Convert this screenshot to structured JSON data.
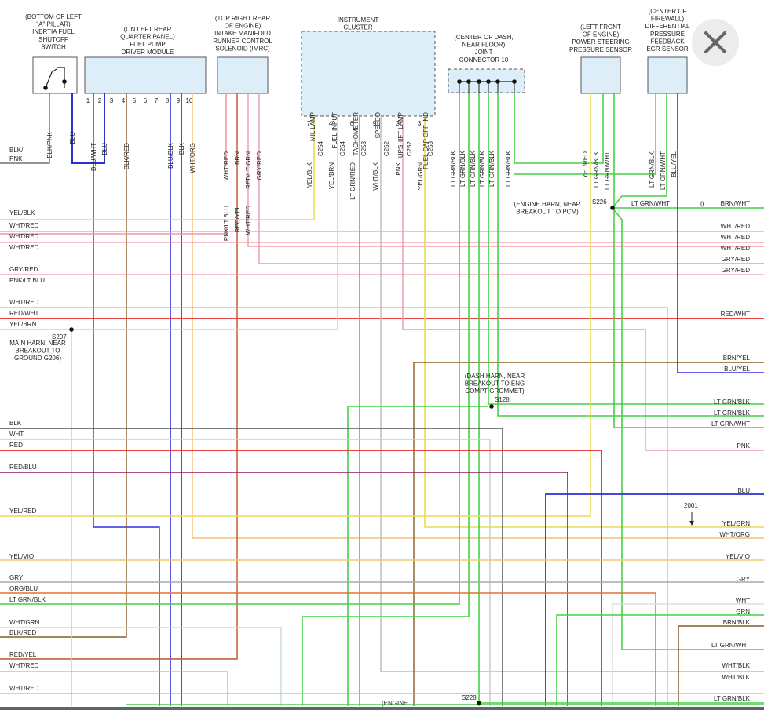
{
  "dialog": {
    "close_icon": "close-x-icon"
  },
  "components": {
    "inertia_switch": [
      "(BOTTOM OF LEFT",
      "\"A\" PILLAR)",
      "INERTIA FUEL",
      "SHUTOFF",
      "SWITCH"
    ],
    "fuel_pump_module": [
      "(ON LEFT REAR",
      "QUARTER PANEL)",
      "FUEL PUMP",
      "DRIVER MODULE"
    ],
    "imrc": [
      "(TOP RIGHT REAR",
      "OF ENGINE)",
      "INTAKE MANIFOLD",
      "RUNNER CONTROL",
      "SOLENOID (IMRC)"
    ],
    "instrument_cluster": [
      "INSTRUMENT",
      "CLUSTER"
    ],
    "joint_connector": [
      "(CENTER OF DASH,",
      "NEAR FLOOR)",
      "JOINT",
      "CONNECTOR 10"
    ],
    "ps_sensor": [
      "(LEFT FRONT",
      "OF ENGINE)",
      "POWER STEERING",
      "PRESSURE SENSOR"
    ],
    "egr_sensor": [
      "(CENTER OF",
      "FIREWALL)",
      "DIFFERENTIAL",
      "PRESSURE",
      "FEEDBACK",
      "EGR SENSOR"
    ]
  },
  "pins": {
    "fpdm": [
      "1",
      "2",
      "3",
      "4",
      "5",
      "6",
      "7",
      "8",
      "9",
      "10"
    ],
    "cluster": [
      "7",
      "4",
      "6",
      "9",
      "2",
      "3"
    ]
  },
  "vertical_labels": {
    "switch": [
      "BLK/PNK",
      "BLU"
    ],
    "fpdm": [
      "BLU/WHT",
      "BLU",
      "BLK/RED",
      "BLU/BLK",
      "BLK",
      "WHT/ORG"
    ],
    "imrc_upper": [
      "WHT/RED",
      "BRN",
      "RED/LT GRN",
      "GRY/RED"
    ],
    "imrc_lower": [
      "PNK/LT BLU",
      "RED/YEL",
      "WHT/RED"
    ],
    "cluster_funcs": [
      "MIL LAMP",
      "FUEL INPUT",
      "TACHOMETER",
      "SPEEDO",
      "UPSHIFT LAMP",
      "FUEL CAP OFF IND"
    ],
    "cluster_wires": [
      "YEL/BLK",
      "YEL/BRN",
      "LT GRN/RED",
      "WHT/BLK",
      "PNK",
      "YEL/GRN"
    ],
    "cluster_conns": [
      "C254",
      "C254",
      "C253",
      "C252",
      "C252",
      "C253"
    ],
    "jc": [
      "LT GRN/BLK",
      "LT GRN/BLK",
      "LT GRN/BLK",
      "LT GRN/BLK",
      "LT GRN/BLK",
      "LT GRN/BLK"
    ],
    "ps": [
      "YEL/RED",
      "LT GRN/BLK",
      "LT GRN/WHT"
    ],
    "egr": [
      "LT GRN/BLK",
      "LT GRN/WHT",
      "BLU/YEL"
    ]
  },
  "left_labels": [
    "BLK/",
    "PNK",
    "YEL/BLK",
    "WHT/RED",
    "WHT/RED",
    "WHT/RED",
    "GRY/RED",
    "PNK/LT BLU",
    "WHT/RED",
    "RED/WHT",
    "YEL/BRN",
    "BLK",
    "WHT",
    "RED",
    "RED/BLU",
    "YEL/RED",
    "YEL/VIO",
    "GRY",
    "ORG/BLU",
    "LT GRN/BLK",
    "WHT/GRN",
    "BLK/RED",
    "RED/YEL",
    "WHT/RED",
    "WHT/RED"
  ],
  "right_labels": [
    "BRN/WHT",
    "WHT/RED",
    "WHT/RED",
    "WHT/RED",
    "GRY/RED",
    "GRY/RED",
    "RED/WHT",
    "BRN/YEL",
    "BLU/YEL",
    "LT GRN/BLK",
    "LT GRN/BLK",
    "LT GRN/WHT",
    "PNK",
    "BLU",
    "YEL/GRN",
    "WHT/ORG",
    "YEL/VIO",
    "GRY",
    "WHT",
    "GRN",
    "BRN/BLK",
    "LT GRN/WHT",
    "WHT/BLK",
    "WHT/BLK",
    "LT GRN/BLK"
  ],
  "mid_labels": {
    "lt_grn_wht": "LT GRN/WHT",
    "s226_note": [
      "(ENGINE HARN, NEAR",
      "BREAKOUT TO PCM)"
    ],
    "s207_note": [
      "MAIN HARN, NEAR",
      "BREAKOUT TO",
      "GROUND G206)"
    ],
    "s128_note": [
      "(DASH HARN, NEAR",
      "BREAKOUT TO ENG",
      "COMPT GROMMET)"
    ],
    "engine_note": "(ENGINE"
  },
  "splices": [
    "S226",
    "S207",
    "S128",
    "S228"
  ],
  "ref_2001": "2001",
  "colors": {
    "yellow": "#e8dc55",
    "pink": "#ef9aa6",
    "blue": "#2f2fd8",
    "red": "#e02a2a",
    "green": "#44d044",
    "brown": "#8b5a2b",
    "gray": "#9a9a9a",
    "orange": "#f4c07a",
    "black": "#333333",
    "lightgray": "#cfcfcf",
    "maroon": "#8b1a5a",
    "box_fill": "#ddeef9",
    "box_stroke": "#555555"
  }
}
